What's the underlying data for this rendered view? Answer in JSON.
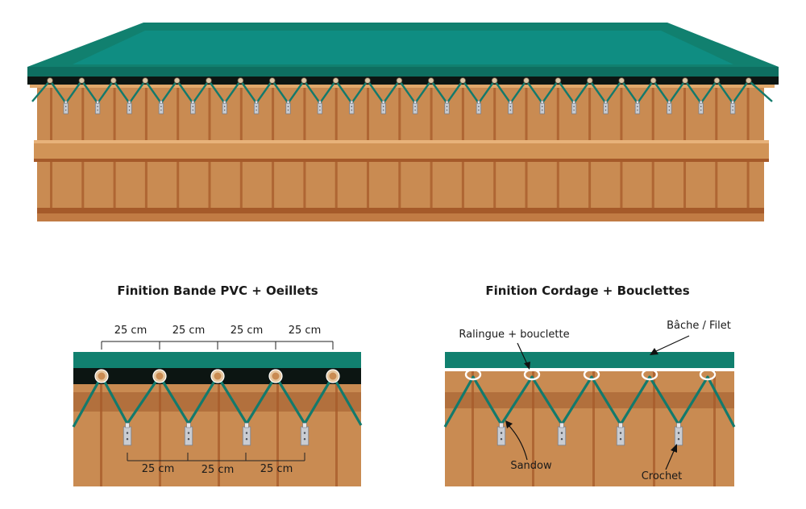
{
  "titles": {
    "left": "Finition Bande PVC + Oeillets",
    "right": "Finition Cordage + Bouclettes"
  },
  "left_panel": {
    "top_spacings": [
      "25 cm",
      "25 cm",
      "25 cm",
      "25 cm"
    ],
    "bottom_spacings": [
      "25 cm",
      "25 cm",
      "25 cm"
    ]
  },
  "right_panel": {
    "labels": {
      "ralingue": "Ralingue + bouclette",
      "bache": "Bâche / Filet",
      "sandow": "Sandow",
      "crochet": "Crochet"
    }
  },
  "colors": {
    "cover_green": "#11806f",
    "pvc_band": "#0c1512",
    "wood_light": "#c98b52",
    "wood_dark": "#a55a2a",
    "cord": "#137a6c",
    "hook": "#c9ccd2"
  }
}
